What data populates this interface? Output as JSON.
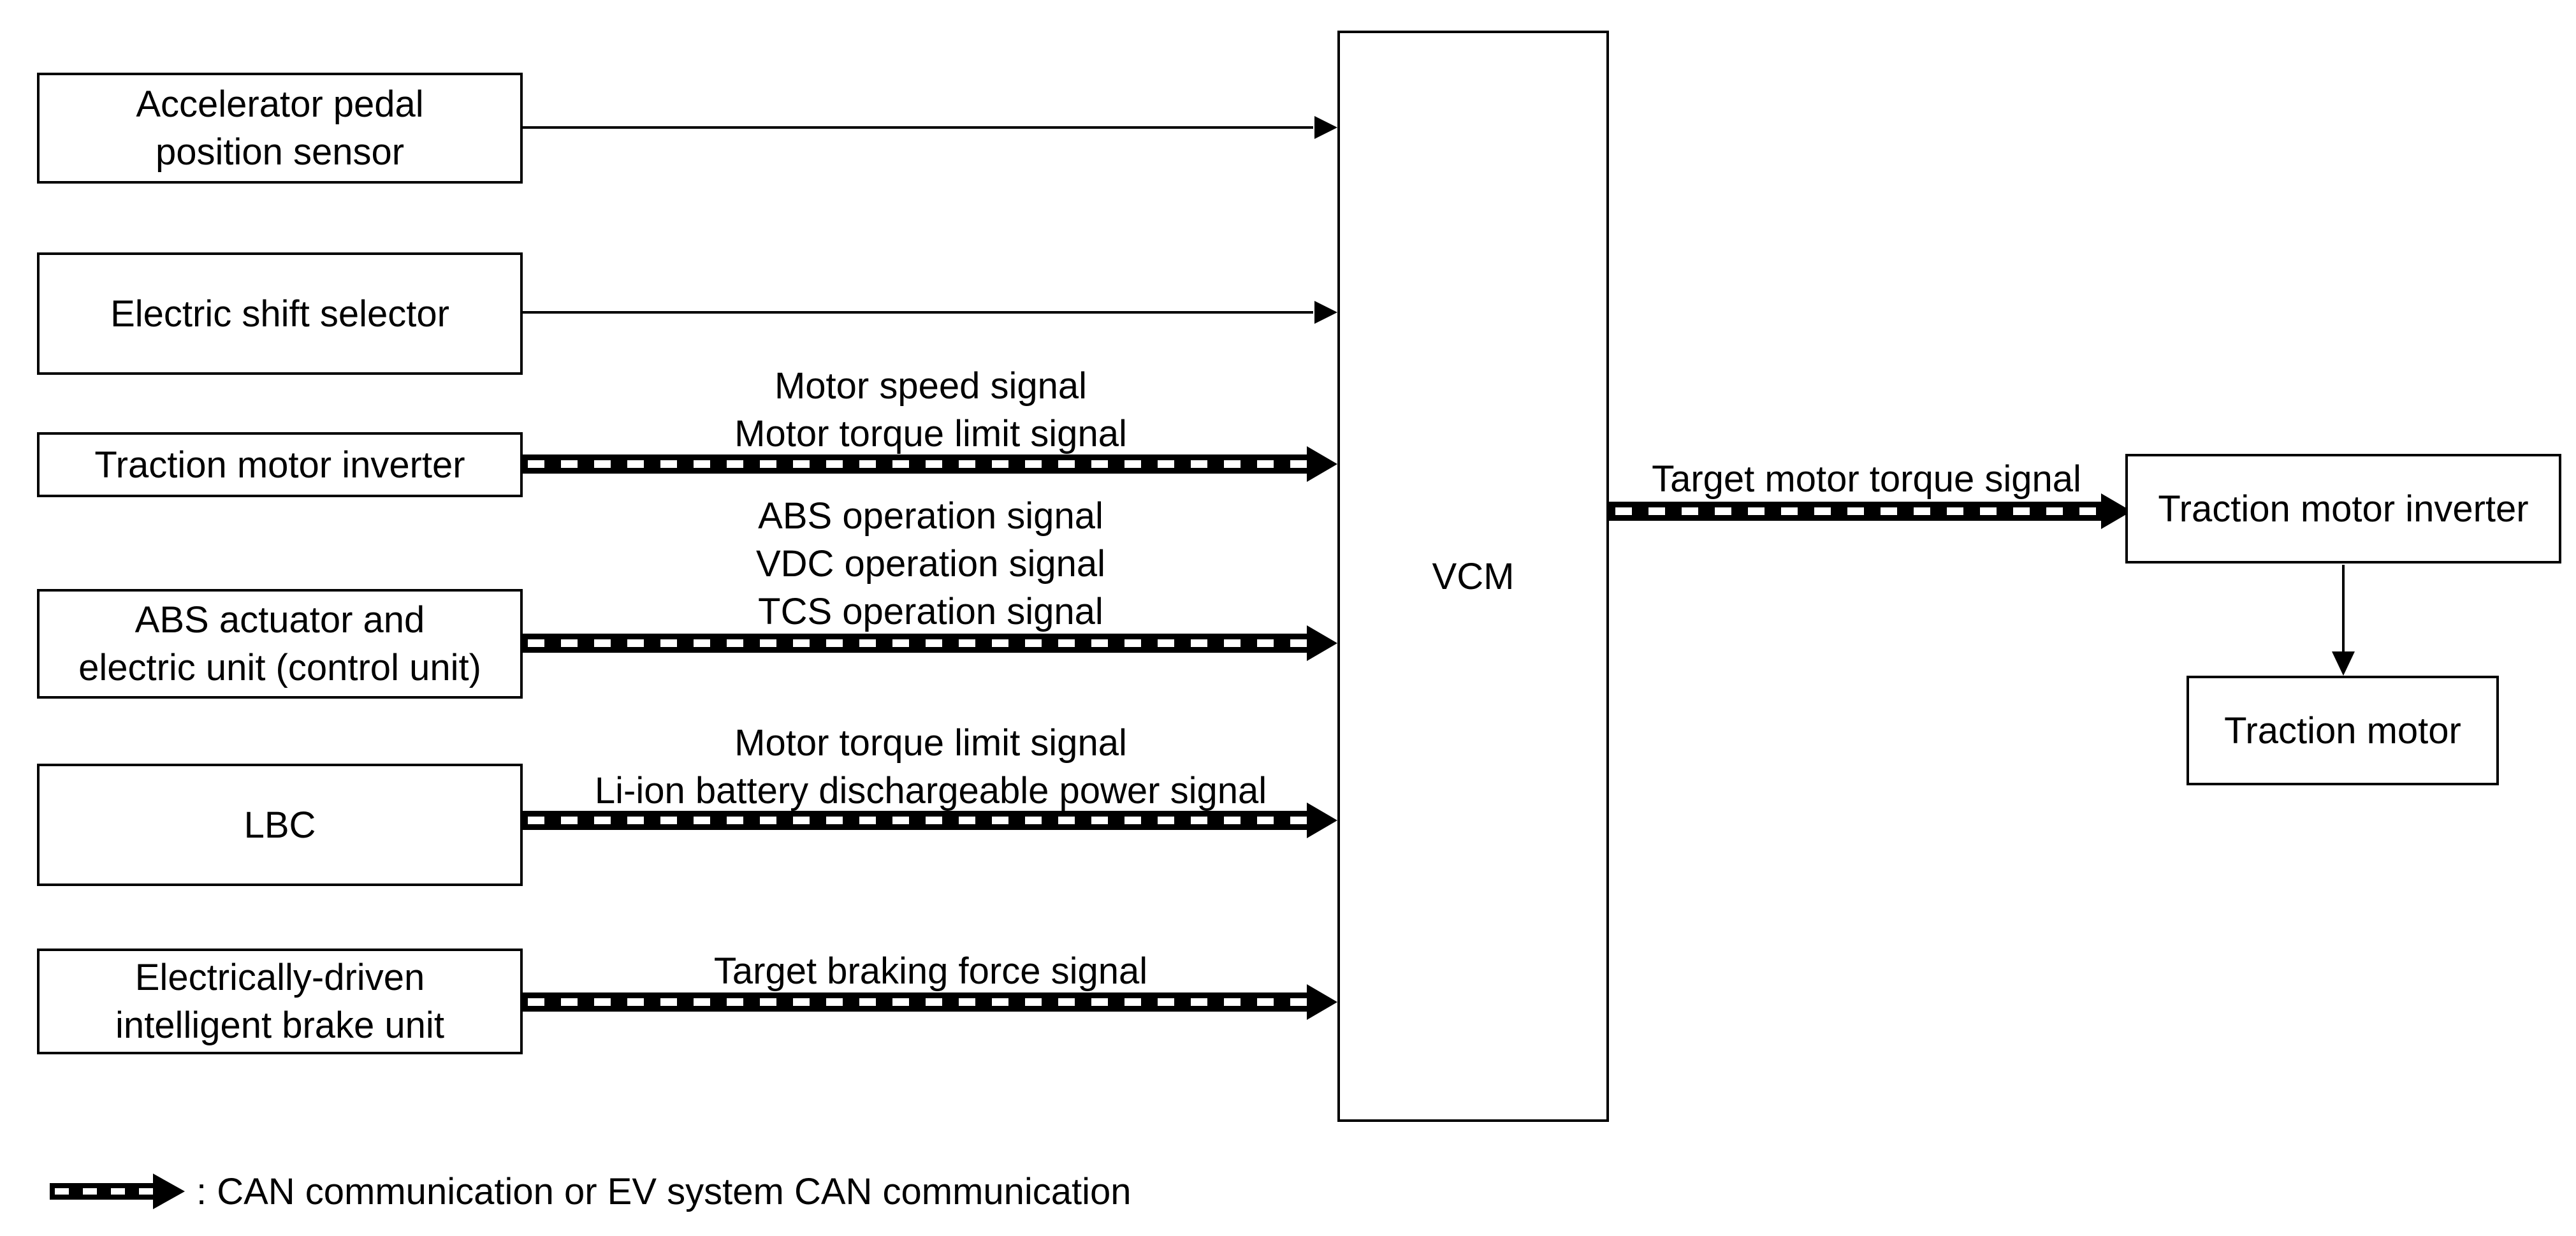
{
  "diagram": {
    "inputs": [
      {
        "id": "accel",
        "label": "Accelerator pedal\nposition sensor",
        "line": "normal",
        "signals": ""
      },
      {
        "id": "shift",
        "label": "Electric shift selector",
        "line": "normal",
        "signals": ""
      },
      {
        "id": "inverter_in",
        "label": "Traction motor inverter",
        "line": "can",
        "signals": "Motor speed signal\nMotor torque limit signal"
      },
      {
        "id": "abs",
        "label": "ABS actuator and\nelectric unit (control unit)",
        "line": "can",
        "signals": "ABS operation signal\nVDC operation signal\nTCS operation signal"
      },
      {
        "id": "lbc",
        "label": "LBC",
        "line": "can",
        "signals": "Motor torque limit signal\nLi-ion battery dischargeable power signal"
      },
      {
        "id": "brake",
        "label": "Electrically-driven\nintelligent brake unit",
        "line": "can",
        "signals": "Target braking force signal"
      }
    ],
    "controller": {
      "label": "VCM"
    },
    "output_signal": "Target motor torque signal",
    "output_inverter": {
      "label": "Traction motor inverter"
    },
    "motor": {
      "label": "Traction motor"
    },
    "legend": {
      "text": ": CAN communication or EV system CAN communication"
    },
    "colors": {
      "line": "#000000",
      "background": "#ffffff",
      "dash": "#ffffff"
    }
  }
}
